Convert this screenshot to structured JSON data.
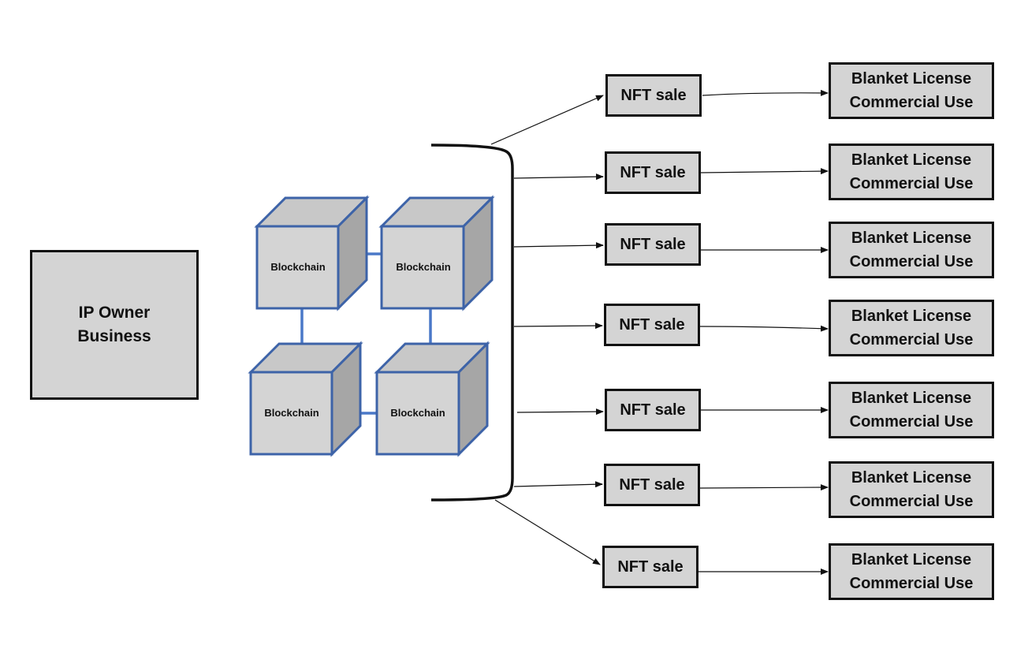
{
  "colors": {
    "box_fill": "#d4d4d4",
    "box_border": "#111111",
    "cube_front": "#d4d4d4",
    "cube_top": "#c8c8c8",
    "cube_side": "#a6a6a6",
    "cube_border": "#3d63a8",
    "link_blue": "#4a78c8"
  },
  "owner": {
    "line1": "IP Owner",
    "line2": "Business"
  },
  "blockchain": {
    "cubes": [
      {
        "label": "Blockchain"
      },
      {
        "label": "Blockchain"
      },
      {
        "label": "Blockchain"
      },
      {
        "label": "Blockchain"
      }
    ]
  },
  "rows": [
    {
      "nft_label": "NFT sale",
      "license_line1": "Blanket License",
      "license_line2": "Commercial Use"
    },
    {
      "nft_label": "NFT sale",
      "license_line1": "Blanket License",
      "license_line2": "Commercial Use"
    },
    {
      "nft_label": "NFT sale",
      "license_line1": "Blanket License",
      "license_line2": "Commercial Use"
    },
    {
      "nft_label": "NFT sale",
      "license_line1": "Blanket License",
      "license_line2": "Commercial Use"
    },
    {
      "nft_label": "NFT sale",
      "license_line1": "Blanket License",
      "license_line2": "Commercial Use"
    },
    {
      "nft_label": "NFT sale",
      "license_line1": "Blanket License",
      "license_line2": "Commercial Use"
    },
    {
      "nft_label": "NFT sale",
      "license_line1": "Blanket License",
      "license_line2": "Commercial Use"
    }
  ]
}
